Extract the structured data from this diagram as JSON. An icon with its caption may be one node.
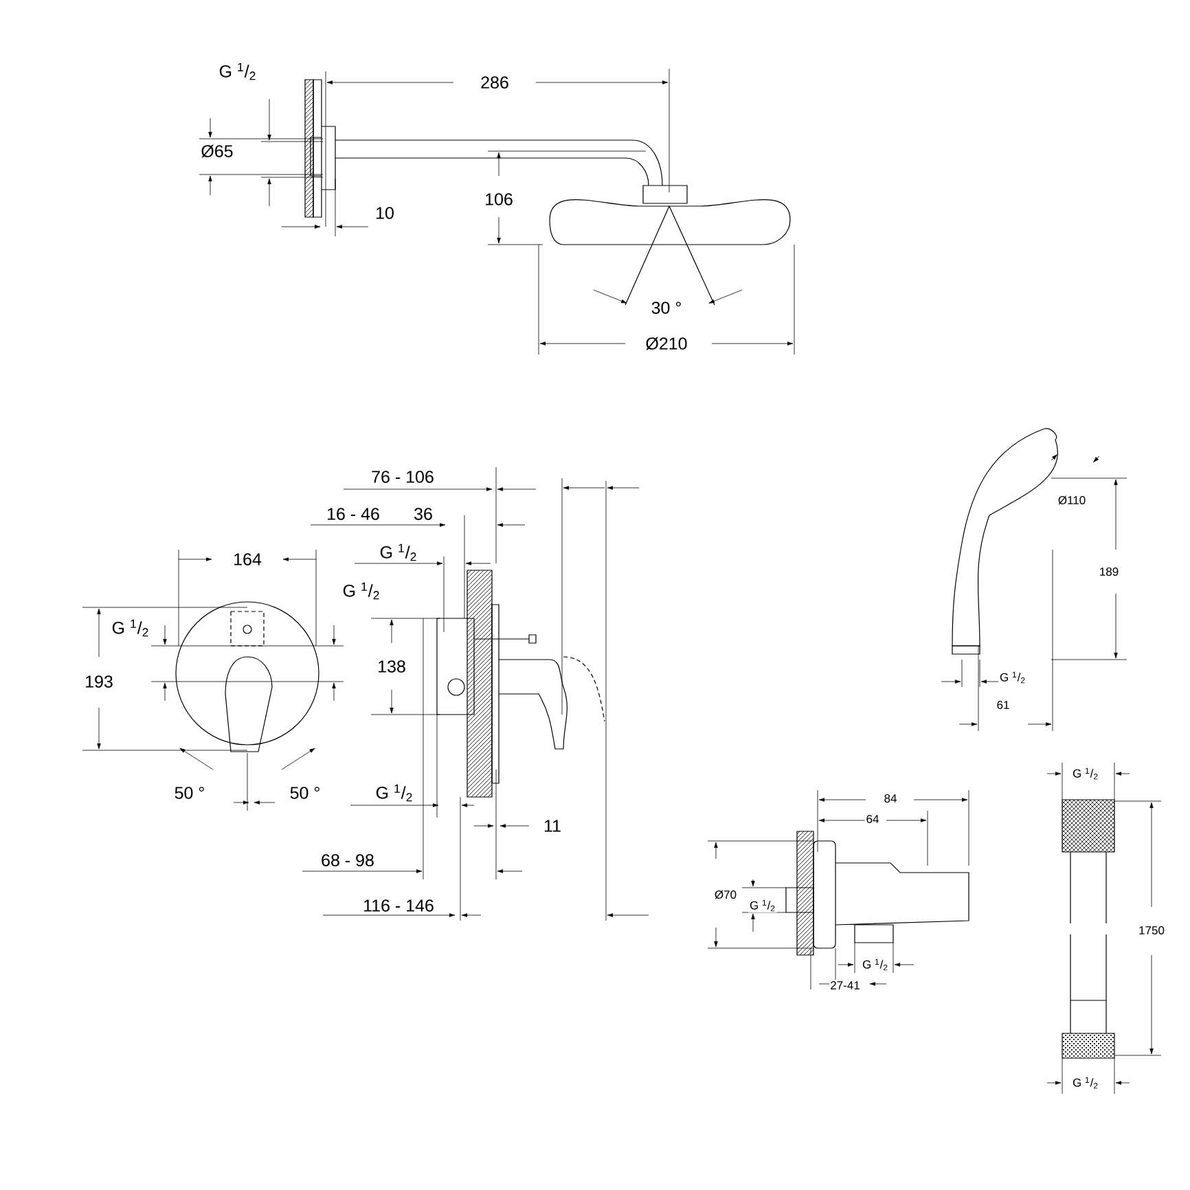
{
  "diagram": {
    "labels": [
      "G $^{1}$/$_{2}$",
      "286",
      "Ø65",
      "106",
      "10",
      "30 °",
      "Ø210",
      "76 - 106",
      "16 - 46",
      "36",
      "G $^{1}$/$_{2}$",
      "164",
      "G $^{1}$/$_{2}$",
      "Ø110",
      "G $^{1}$/$_{2}$",
      "193",
      "138",
      "189",
      "G $^{1}$/$_{2}$",
      "61",
      "50 °",
      "50 °",
      "G $^{1}$/$_{2}$",
      "G $^{1}$/$_{2}$",
      "84",
      "64",
      "11",
      "68 - 98",
      "Ø70",
      "G $^{1}$/$_{2}$",
      "116 - 146",
      "1750",
      "G $^{1}$/$_{2}$",
      "27-41",
      "G $^{1}$/$_{2}$"
    ]
  }
}
